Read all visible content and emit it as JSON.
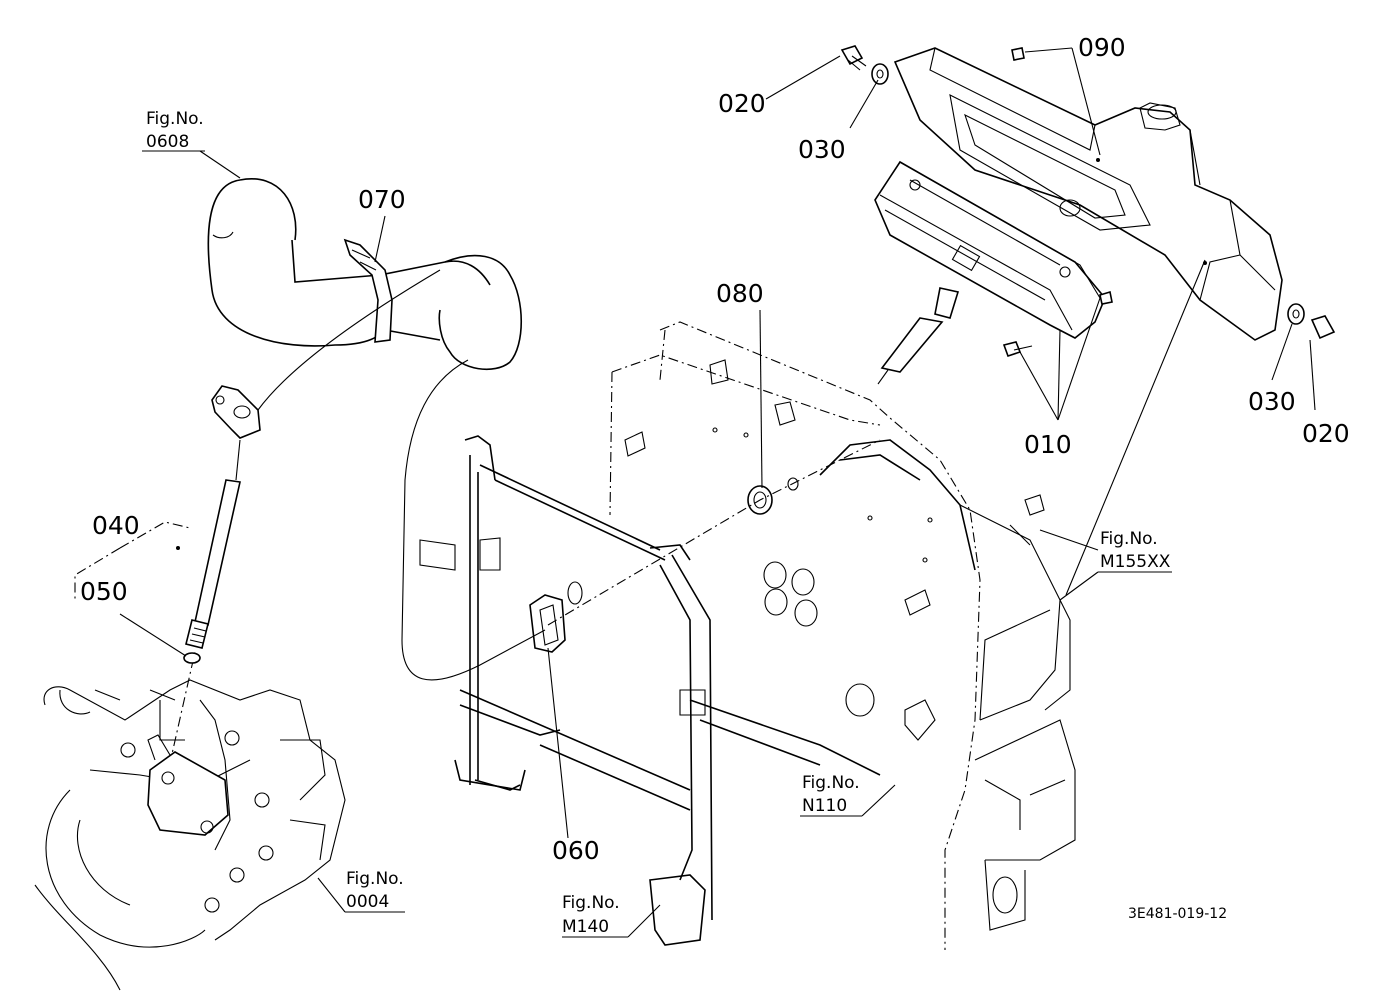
{
  "parts": {
    "p010": "010",
    "p020a": "020",
    "p020b": "020",
    "p030a": "030",
    "p030b": "030",
    "p040": "040",
    "p050": "050",
    "p060": "060",
    "p070": "070",
    "p080": "080",
    "p090": "090"
  },
  "figrefs": {
    "fig0608": {
      "label": "Fig.No.",
      "num": "0608"
    },
    "fig0004": {
      "label": "Fig.No.",
      "num": "0004"
    },
    "figM140": {
      "label": "Fig.No.",
      "num": "M140"
    },
    "figN110": {
      "label": "Fig.No.",
      "num": "N110"
    },
    "figM155": {
      "label": "Fig.No.",
      "num": "M155XX"
    }
  },
  "drawing_code": "3E481-019-12"
}
